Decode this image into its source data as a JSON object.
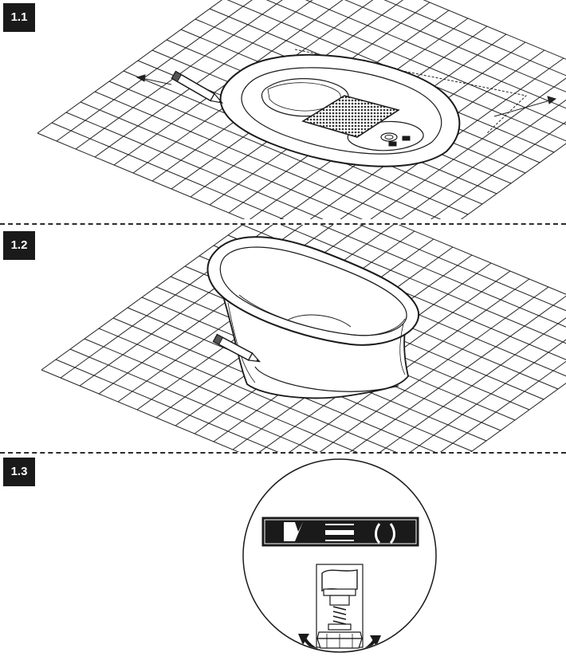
{
  "steps": [
    {
      "label": "1.1"
    },
    {
      "label": "1.2"
    },
    {
      "label": "1.3"
    }
  ],
  "icons": {
    "arrow": "arrow-icon",
    "pencil": "pencil-icon",
    "drain": "drain-grate-icon",
    "level": "spirit-level-icon",
    "rotate": "rotate-arrow-icon"
  },
  "colors": {
    "ink": "#1a1a1a",
    "grate": "#3a3a3a",
    "paper": "#ffffff"
  }
}
